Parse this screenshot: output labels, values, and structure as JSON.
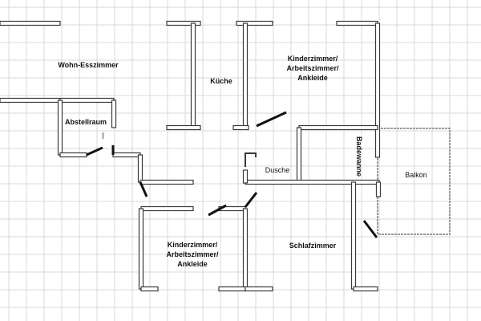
{
  "colors": {
    "background": "#ffffff",
    "grid_line": "#d9d9d9",
    "wall_fill": "#ffffff",
    "wall_stroke": "#3a3a3a",
    "door_line": "#111111",
    "balcony_outline": "#9a9a9a",
    "window_accent": "#bfbfbf"
  },
  "rooms": {
    "wohn_esszimmer": "Wohn-Esszimmer",
    "abstellraum": "Abstellraum",
    "kueche": "Küche",
    "kinderzimmer_top": [
      "Kinderzimmer/",
      "Arbeitszimmer/",
      "Ankleide"
    ],
    "badewanne": "Badewanne",
    "dusche": "Dusche",
    "balkon": "Balkon",
    "kinderzimmer_bottom": [
      "Kinderzimmer/",
      "Arbeitszimmer/",
      "Ankleide"
    ],
    "schlafzimmer": "Schlafzimmer"
  }
}
